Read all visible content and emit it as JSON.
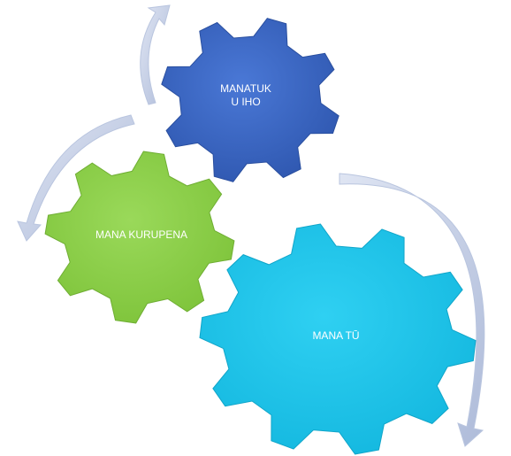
{
  "gears": [
    {
      "id": "blue",
      "label": "MANATUK\nU IHO",
      "color": "#3a66c4",
      "teeth": 8
    },
    {
      "id": "green",
      "label": "MANA KURUPENA",
      "color": "#8fd14a",
      "teeth": 8
    },
    {
      "id": "cyan",
      "label": "MANA TŪ",
      "color": "#1ec6ea",
      "teeth": 10
    }
  ],
  "arrows": {
    "color": "#c5cfe6",
    "count": 3
  }
}
